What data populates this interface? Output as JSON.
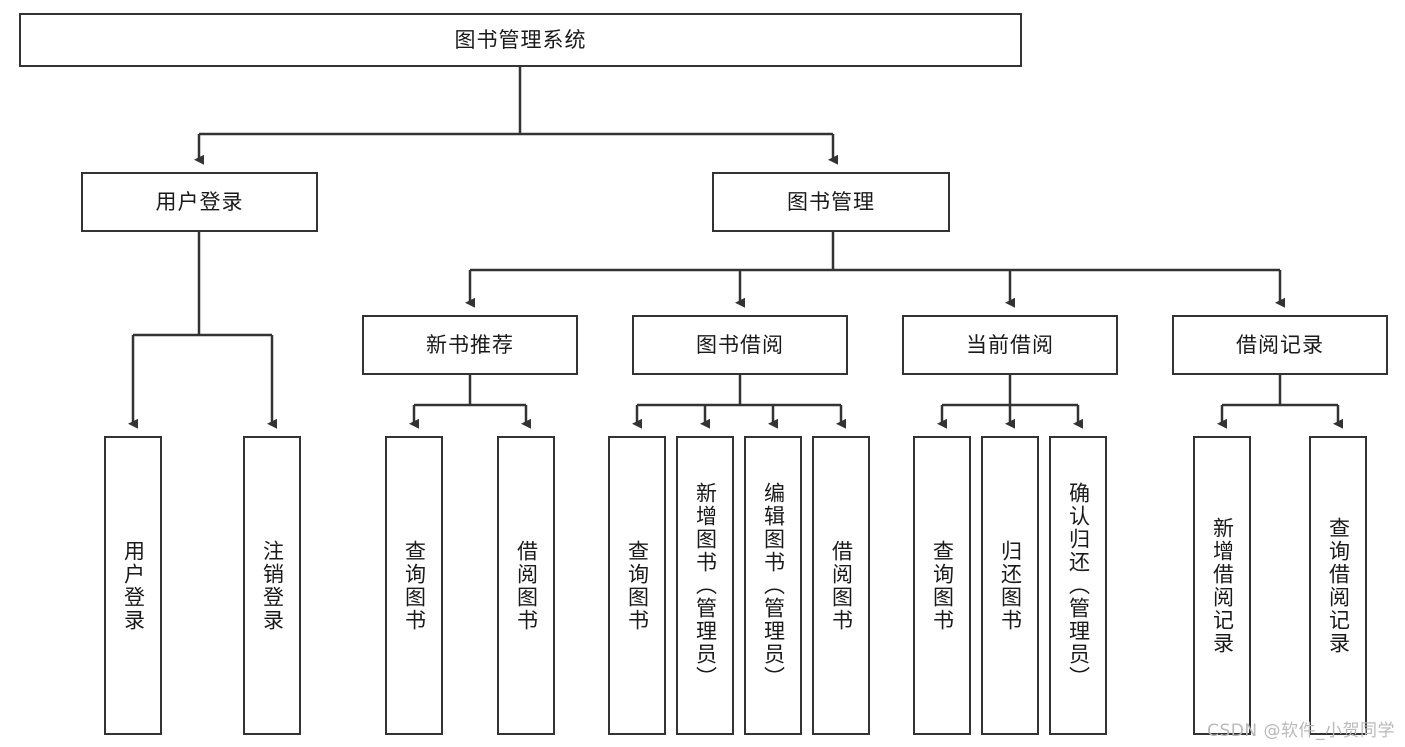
{
  "diagram": {
    "title_node": {
      "label": "图书管理系统"
    },
    "level1": [
      {
        "id": "user-login",
        "label": "用户登录"
      },
      {
        "id": "book-management",
        "label": "图书管理"
      }
    ],
    "level2": [
      {
        "id": "new-book-recommend",
        "label": "新书推荐"
      },
      {
        "id": "book-borrow",
        "label": "图书借阅"
      },
      {
        "id": "current-borrow",
        "label": "当前借阅"
      },
      {
        "id": "borrow-record",
        "label": "借阅记录"
      }
    ],
    "leaves": {
      "user_login": [
        {
          "id": "leaf-user-login",
          "label": "用户登录"
        },
        {
          "id": "leaf-logout",
          "label": "注销登录"
        }
      ],
      "new_book_recommend": [
        {
          "id": "leaf-query-book-1",
          "label": "查询图书"
        },
        {
          "id": "leaf-borrow-book-1",
          "label": "借阅图书"
        }
      ],
      "book_borrow": [
        {
          "id": "leaf-query-book-2",
          "label": "查询图书"
        },
        {
          "id": "leaf-add-book",
          "label": "新增图书（管理员）"
        },
        {
          "id": "leaf-edit-book",
          "label": "编辑图书（管理员）"
        },
        {
          "id": "leaf-borrow-book-2",
          "label": "借阅图书"
        }
      ],
      "current_borrow": [
        {
          "id": "leaf-query-book-3",
          "label": "查询图书"
        },
        {
          "id": "leaf-return-book",
          "label": "归还图书"
        },
        {
          "id": "leaf-confirm-return",
          "label": "确认归还（管理员）"
        }
      ],
      "borrow_record": [
        {
          "id": "leaf-add-record",
          "label": "新增借阅记录"
        },
        {
          "id": "leaf-query-record",
          "label": "查询借阅记录"
        }
      ]
    },
    "watermark": "CSDN @软件_小贺同学",
    "colors": {
      "border": "#333333",
      "background": "#ffffff",
      "text": "#1a1a1a",
      "watermark": "#b9b9b9"
    }
  }
}
